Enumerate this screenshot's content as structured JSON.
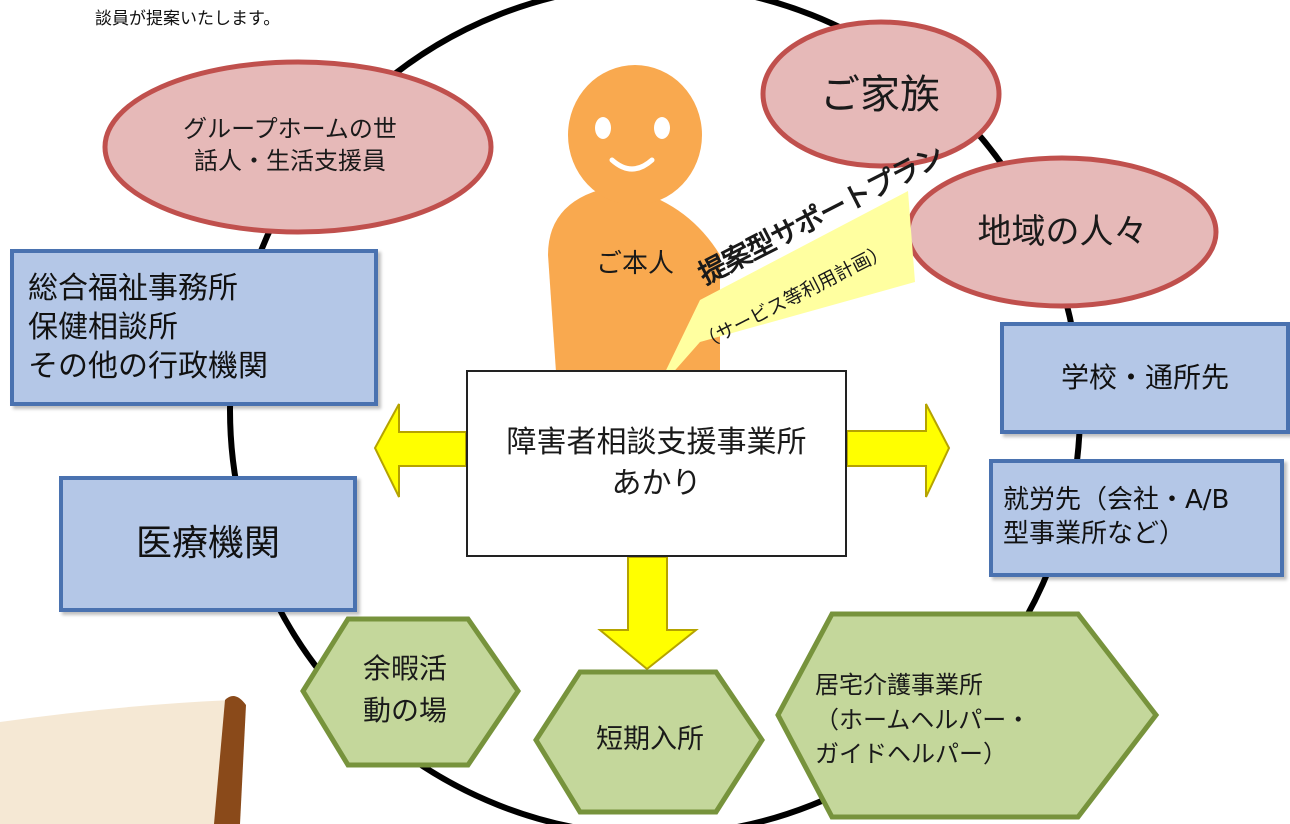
{
  "header": {
    "text": "談員が提案いたします。"
  },
  "colors": {
    "ellipse_fill": "#e6b9b8",
    "ellipse_stroke": "#c0504d",
    "box_fill": "#b4c7e7",
    "box_stroke": "#4a72b0",
    "hex_fill": "#c4d79b",
    "hex_stroke": "#77933c",
    "person": "#f9a94f",
    "arrow_fill": "#ffff00",
    "arrow_stroke": "#b5a300",
    "plan_note": "#ffffa0"
  },
  "center": {
    "line1": "障害者相談支援事業所",
    "line2": "あかり"
  },
  "person": {
    "label": "ご本人",
    "icon": "person-icon"
  },
  "plan_note": {
    "title": "提案型サポートプラン",
    "subtitle": "（サービス等利用計画）"
  },
  "ellipses": {
    "group_home": {
      "line1": "グループホームの世",
      "line2": "話人・生活支援員"
    },
    "family": {
      "label": "ご家族"
    },
    "community": {
      "label": "地域の人々"
    }
  },
  "boxes": {
    "welfare": {
      "line1": "総合福祉事務所",
      "line2": "保健相談所",
      "line3": "その他の行政機関"
    },
    "medical": {
      "label": "医療機関"
    },
    "school": {
      "label": "学校・通所先"
    },
    "employment": {
      "line1": "就労先（会社・A/B",
      "line2": "型事業所など）"
    }
  },
  "hexagons": {
    "leisure": {
      "line1": "余暇活",
      "line2": "動の場"
    },
    "short_stay": {
      "label": "短期入所"
    },
    "home_care": {
      "line1": "居宅介護事業所",
      "line2": "（ホームヘルパー・",
      "line3": "ガイドヘルパー）"
    }
  }
}
